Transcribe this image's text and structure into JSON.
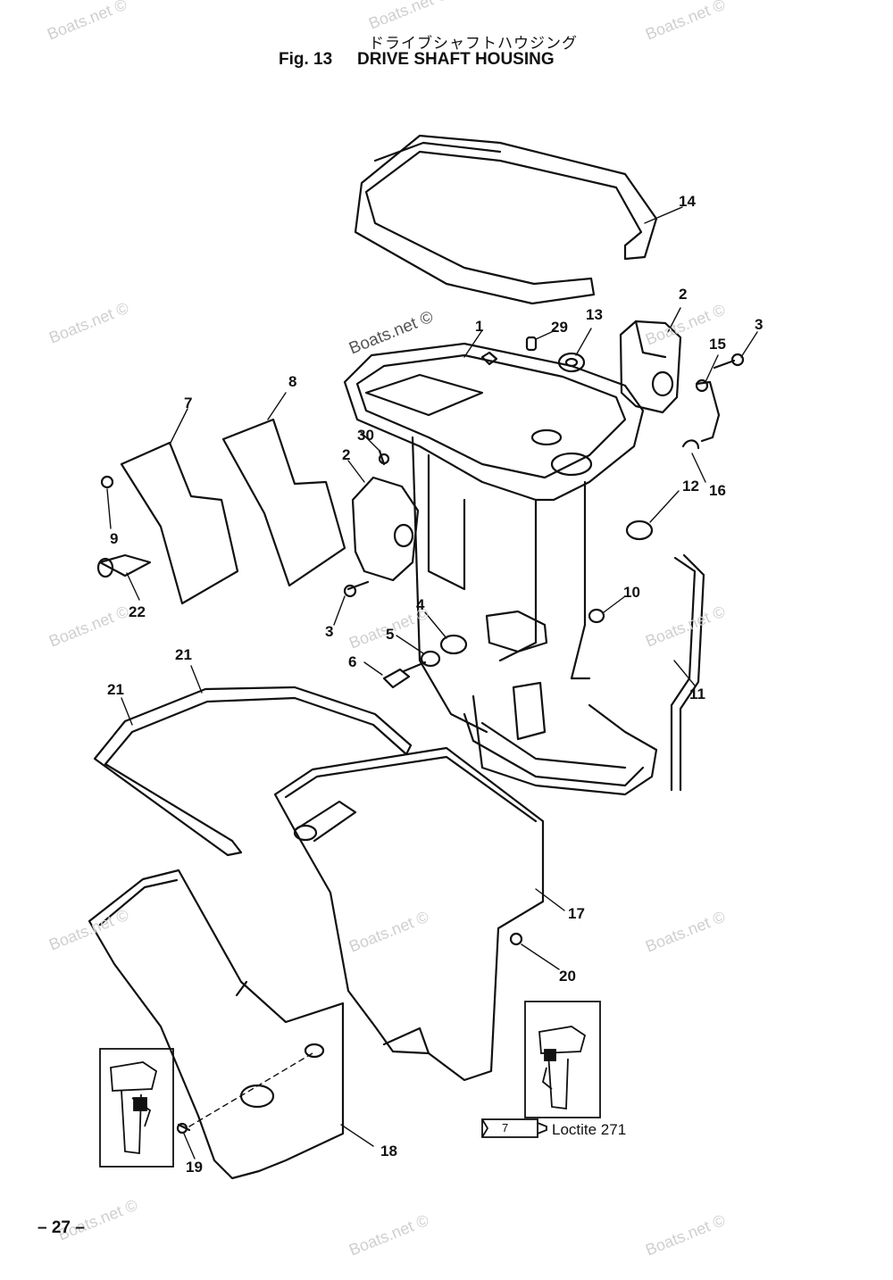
{
  "header": {
    "japanese_title": "ドライブシャフトハウジング",
    "figure_number": "Fig. 13",
    "figure_title": "DRIVE SHAFT HOUSING"
  },
  "watermark": "Boats.net ©",
  "callouts": {
    "n1": "1",
    "n2a": "2",
    "n2b": "2",
    "n3a": "3",
    "n3b": "3",
    "n4": "4",
    "n5": "5",
    "n6": "6",
    "n7": "7",
    "n8": "8",
    "n9": "9",
    "n10": "10",
    "n11": "11",
    "n12": "12",
    "n13": "13",
    "n14": "14",
    "n15": "15",
    "n16": "16",
    "n17": "17",
    "n18": "18",
    "n19": "19",
    "n20": "20",
    "n21a": "21",
    "n21b": "21",
    "n22": "22",
    "n29": "29",
    "n30": "30"
  },
  "legend": {
    "tube_number": "7",
    "compound": "Loctite 271"
  },
  "page_number": "– 27 –"
}
